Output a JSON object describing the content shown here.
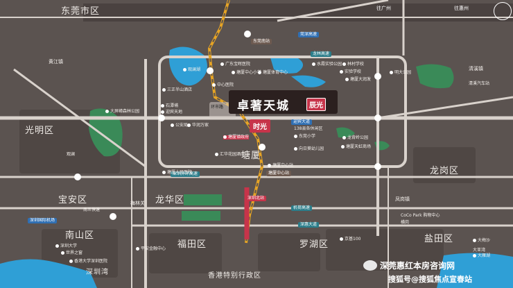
{
  "map": {
    "project_title": "卓著天城",
    "project_badge": "辰光",
    "project_tag": "时光",
    "districts": [
      "东莞市区",
      "光明区",
      "宝安区",
      "龙华区",
      "南山区",
      "福田区",
      "罗湖区",
      "盐田区",
      "龙岗区",
      "塘厦",
      "深圳湾",
      "香港特别行政区"
    ],
    "town_labels": [
      "凤岗镇",
      "清溪镇",
      "黄江镇",
      "观澜",
      "梅林关",
      "横岗"
    ],
    "roads": [
      "往广州",
      "往惠州",
      "东莞南站",
      "迎宾大道",
      "环市路",
      "龙林高速",
      "莞深高速",
      "深圳外环高速",
      "机荷高速",
      "深惠大道",
      "塘厦中心站",
      "深圳北站",
      "138县各休闲区",
      "清溪汽车站",
      "深圳国际机场",
      "CoCo Park 购物中心",
      "南三快速",
      "大亚湾"
    ],
    "pois": [
      "大屏嶂森林公园",
      "广东宝晖医院",
      "塘厦中心小学",
      "塘厦体育中心",
      "中心医院",
      "林村学校",
      "实验学校",
      "水霞实验公园",
      "明大公园",
      "塘厦大润发",
      "塘厦镇政府",
      "塘厦天虹商场",
      "华润万家",
      "公安局",
      "龙背岭公园",
      "塘厦中心站",
      "汇华花园酒店",
      "东莞小学",
      "向日葵幼儿园",
      "三正半山酒店",
      "观澜湖",
      "迎宾天地",
      "石潭埔",
      "塘厦人民医院",
      "平安金融中心",
      "世界之窗",
      "深圳大学",
      "香港大学深圳医院",
      "京基100",
      "大梅沙",
      "大雁湖"
    ],
    "watermark_line1": "深莞惠红本房咨询网",
    "watermark_line2": "搜狐号@搜狐焦点宣春站",
    "colors": {
      "background": "#5b5350",
      "ring_road": "#d9d2cc",
      "metro_line": "#e6a425",
      "highway_blue": "#2f6fb3",
      "water": "#2f9fd6",
      "green": "#3a8a58",
      "accent_red": "#c7344a"
    }
  }
}
